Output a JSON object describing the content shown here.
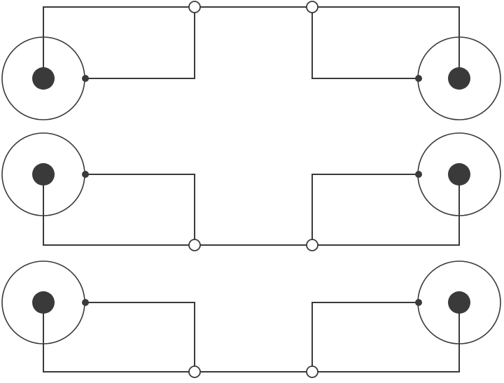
{
  "diagram": {
    "kind": "wiring-schematic",
    "description_visible_text": [],
    "colors": {
      "line": "#3a3a3a",
      "background": "#ffffff"
    },
    "connector_type": "rca-jack",
    "rows": [
      {
        "id": "row-1",
        "left_connector": "left-rca-jack-1",
        "right_connector": "right-rca-jack-1",
        "shield_wire": "top"
      },
      {
        "id": "row-2",
        "left_connector": "left-rca-jack-2",
        "right_connector": "right-rca-jack-2",
        "shield_wire": "bottom"
      },
      {
        "id": "row-3",
        "left_connector": "left-rca-jack-3",
        "right_connector": "right-rca-jack-3",
        "shield_wire": "bottom"
      }
    ]
  }
}
